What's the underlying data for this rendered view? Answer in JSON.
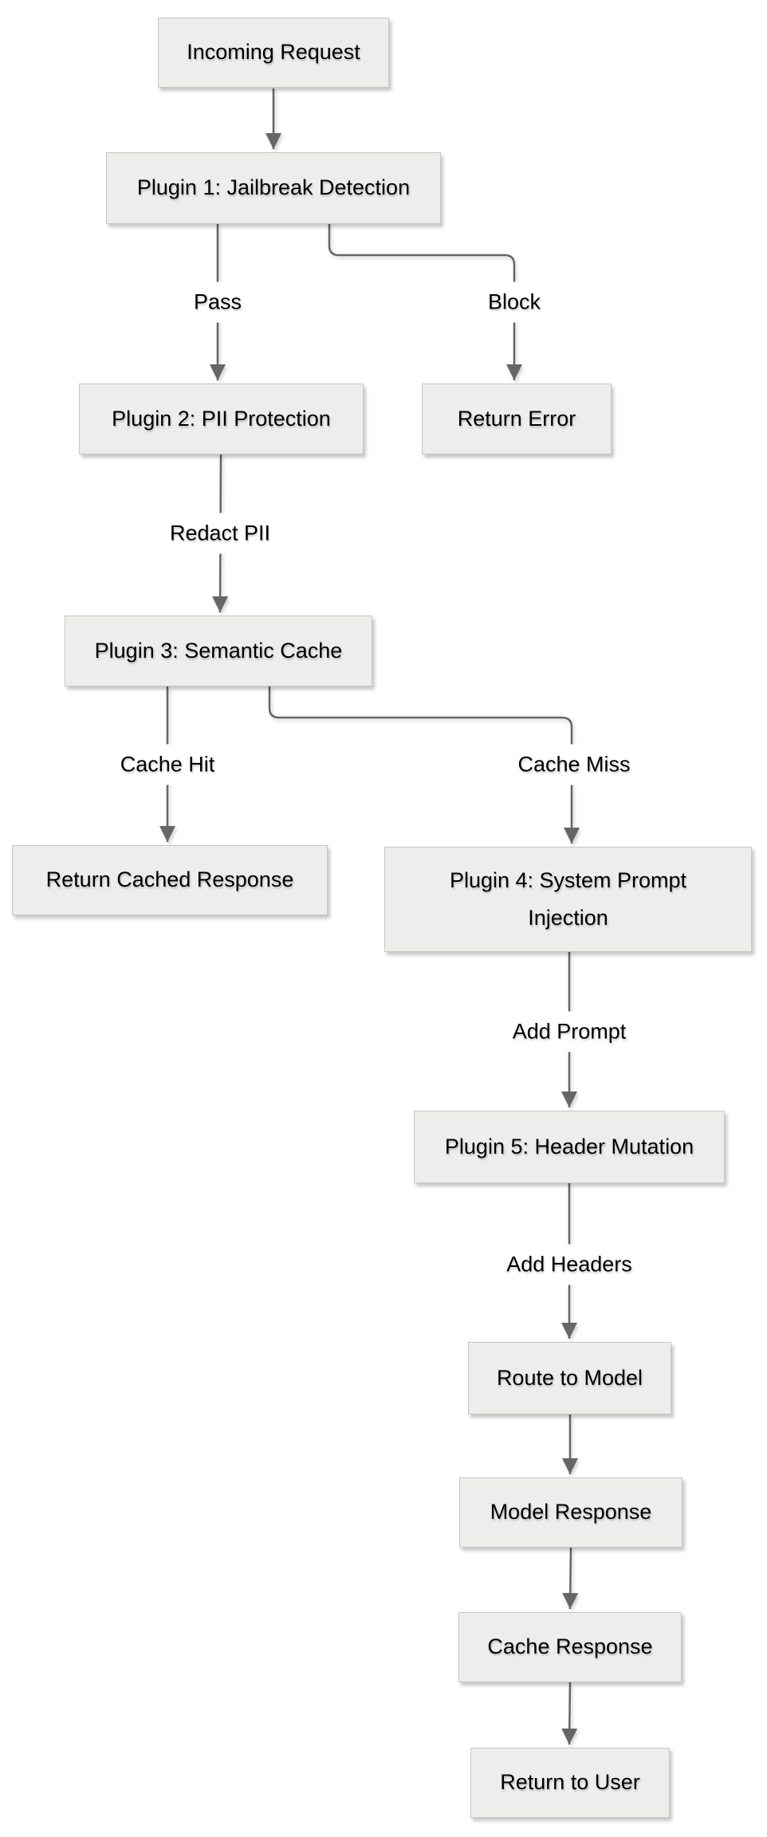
{
  "diagram": {
    "type": "flowchart",
    "colors": {
      "background": "#ffffff",
      "node_fill": "#ededec",
      "node_border": "#c6c6c6",
      "edge": "#666666",
      "text": "#000000"
    },
    "nodes": [
      {
        "id": "incoming-request",
        "label": "Incoming Request"
      },
      {
        "id": "plugin1",
        "label": "Plugin 1: Jailbreak Detection"
      },
      {
        "id": "plugin2",
        "label": "Plugin 2: PII Protection"
      },
      {
        "id": "return-error",
        "label": "Return Error"
      },
      {
        "id": "plugin3",
        "label": "Plugin 3: Semantic Cache"
      },
      {
        "id": "return-cached-response",
        "label": "Return Cached Response"
      },
      {
        "id": "plugin4",
        "label": "Plugin 4: System Prompt Injection"
      },
      {
        "id": "plugin5",
        "label": "Plugin 5: Header Mutation"
      },
      {
        "id": "route-to-model",
        "label": "Route to Model"
      },
      {
        "id": "model-response",
        "label": "Model Response"
      },
      {
        "id": "cache-response",
        "label": "Cache Response"
      },
      {
        "id": "return-to-user",
        "label": "Return to User"
      }
    ],
    "edge_labels": [
      {
        "from": "plugin1",
        "to": "plugin2",
        "label": "Pass"
      },
      {
        "from": "plugin1",
        "to": "return-error",
        "label": "Block"
      },
      {
        "from": "plugin2",
        "to": "plugin3",
        "label": "Redact PII"
      },
      {
        "from": "plugin3",
        "to": "return-cached-response",
        "label": "Cache Hit"
      },
      {
        "from": "plugin3",
        "to": "plugin4",
        "label": "Cache Miss"
      },
      {
        "from": "plugin4",
        "to": "plugin5",
        "label": "Add Prompt"
      },
      {
        "from": "plugin5",
        "to": "route-to-model",
        "label": "Add Headers"
      }
    ],
    "unlabeled_edges": [
      {
        "from": "incoming-request",
        "to": "plugin1"
      },
      {
        "from": "route-to-model",
        "to": "model-response"
      },
      {
        "from": "model-response",
        "to": "cache-response"
      },
      {
        "from": "cache-response",
        "to": "return-to-user"
      }
    ]
  }
}
